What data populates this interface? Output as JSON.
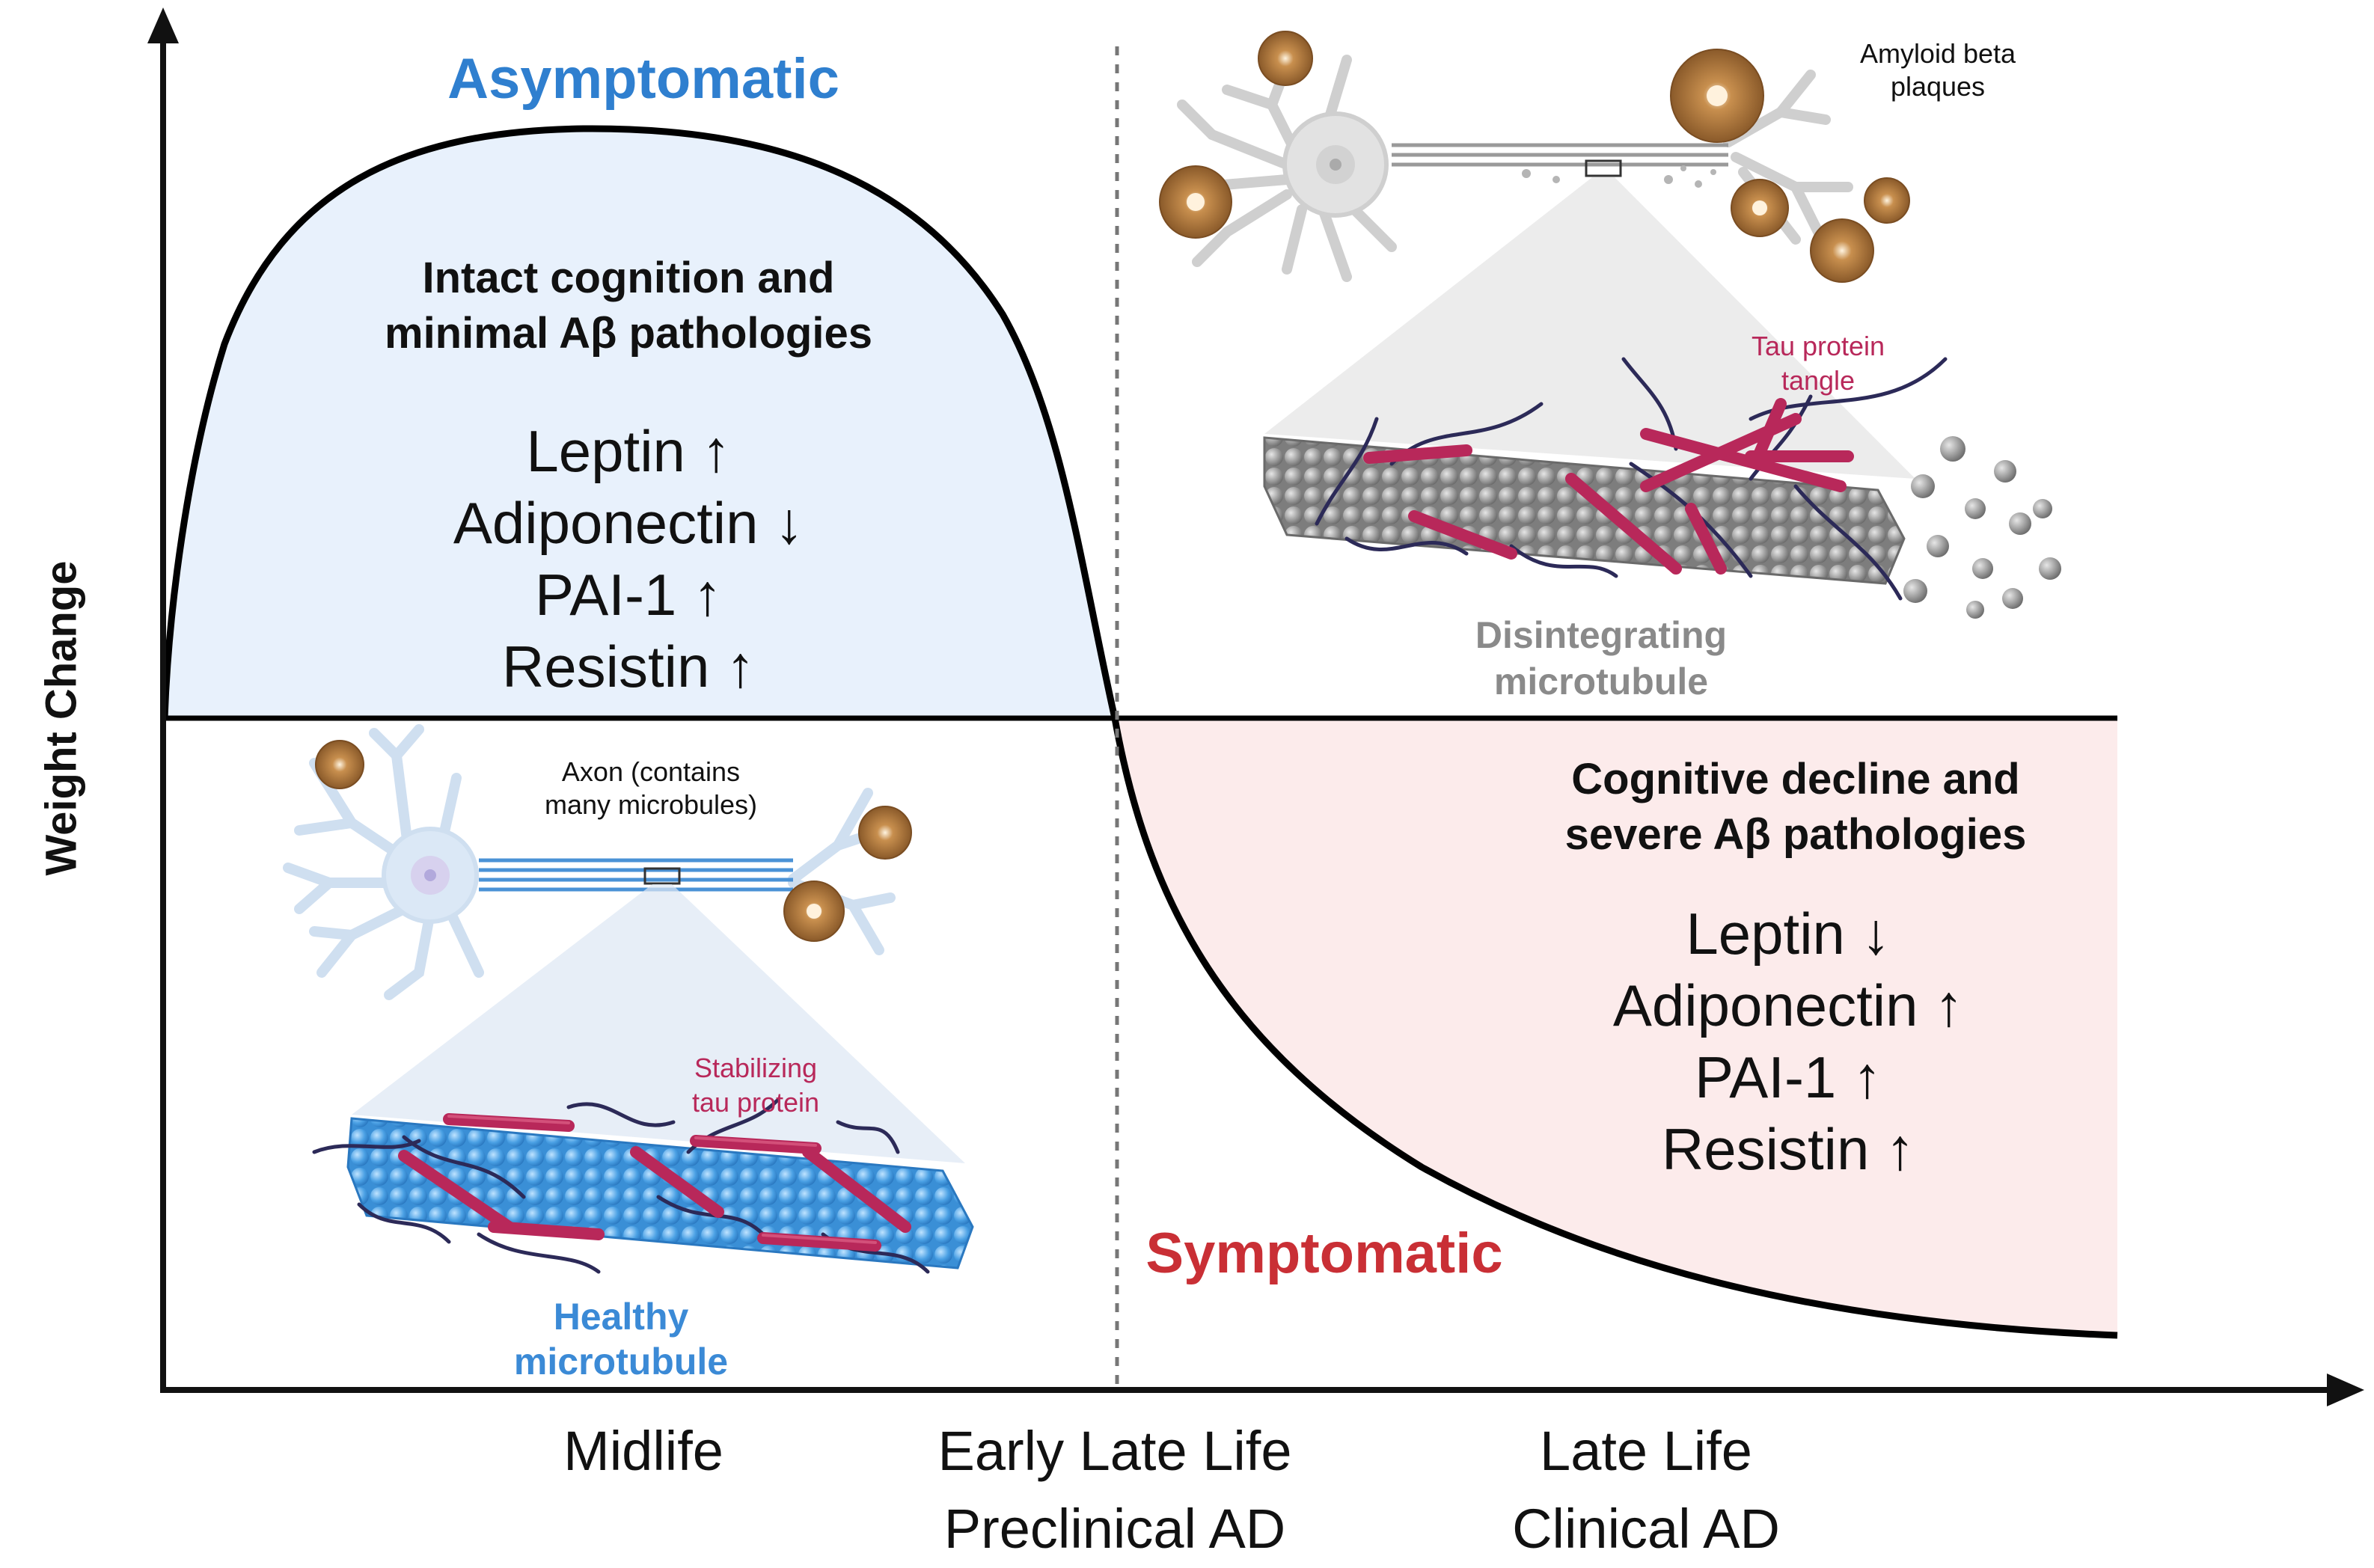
{
  "axes": {
    "y_label": "Weight Change"
  },
  "x_ticks": [
    {
      "line1": "Midlife",
      "line2": ""
    },
    {
      "line1": "Early Late Life",
      "line2": "Preclinical AD"
    },
    {
      "line1": "Late Life",
      "line2": "Clinical AD"
    }
  ],
  "asymptomatic": {
    "title": "Asymptomatic",
    "heading_line1": "Intact cognition and",
    "heading_line2": "minimal Aβ pathologies",
    "markers": [
      "Leptin ↑",
      "Adiponectin ↓",
      "PAI-1 ↑",
      "Resistin ↑"
    ]
  },
  "symptomatic": {
    "title": "Symptomatic",
    "heading_line1": "Cognitive decline and",
    "heading_line2": "severe Aβ pathologies",
    "markers": [
      "Leptin ↓",
      "Adiponectin ↑",
      "PAI-1 ↑",
      "Resistin ↑"
    ]
  },
  "healthy_panel": {
    "axon_label_line1": "Axon (contains",
    "axon_label_line2": "many microbules)",
    "tau_label_line1": "Stabilizing",
    "tau_label_line2": "tau protein",
    "microtubule_label_line1": "Healthy",
    "microtubule_label_line2": "microtubule"
  },
  "diseased_panel": {
    "plaque_label_line1": "Amyloid beta",
    "plaque_label_line2": "plaques",
    "tangle_label_line1": "Tau protein",
    "tangle_label_line2": "tangle",
    "microtubule_label_line1": "Disintegrating",
    "microtubule_label_line2": "microtubule"
  },
  "colors": {
    "asymptomatic_fill": "#e8f1fc",
    "symptomatic_fill": "#fcebeb",
    "asymptomatic_title": "#2f7fcf",
    "symptomatic_title": "#c92f35",
    "tau": "#b8285a",
    "healthy_microtubule": "#5aa6e6",
    "disintegrating_microtubule": "#9a9a9a",
    "plaque": "#b9874c"
  },
  "icons": [
    "healthy-neuron-icon",
    "diseased-neuron-icon",
    "amyloid-plaque-icon",
    "healthy-microtubule-icon",
    "disintegrating-microtubule-icon",
    "tau-tangle-icon"
  ]
}
